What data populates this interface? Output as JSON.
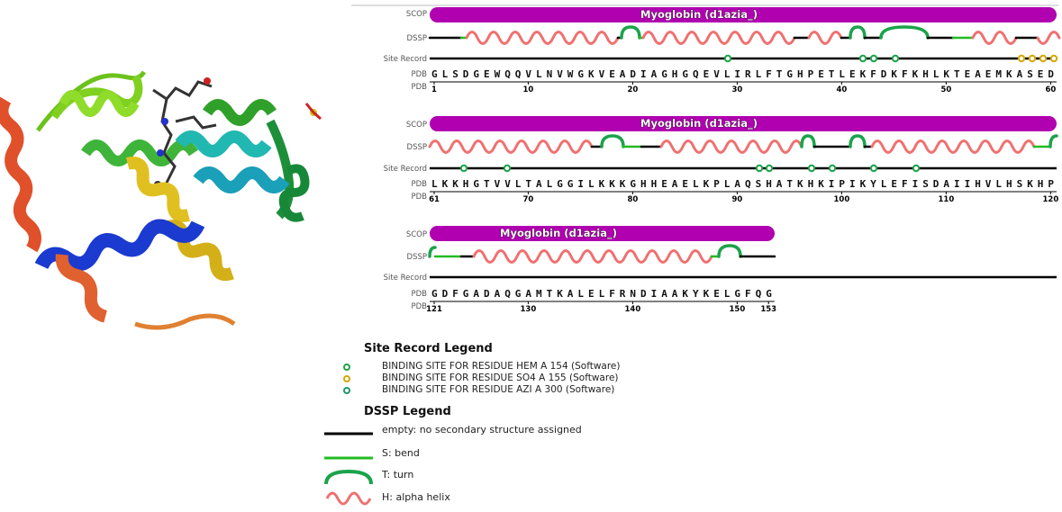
{
  "colors": {
    "scop": "#b000b0",
    "helix": "#f07070",
    "turn": "#1aa34a",
    "bend": "#22bb22",
    "empty": "#000000",
    "site_green": "#1aa34a",
    "site_yellow": "#d6a700",
    "site_teal": "#1a9a6a"
  },
  "track_labels": {
    "scop": "SCOP",
    "dssp": "DSSP",
    "site": "Site Record",
    "pdb": "PDB"
  },
  "blocks": [
    {
      "scop_label": "Myoglobin (d1azia_)",
      "sequence": "GLSDGEWQQVLNVWGKVEADIAGHGQEVLIRLFTGHPETLEKFDKFKHLKTEAEMKASED",
      "ticks": [
        "1",
        "10",
        "20",
        "30",
        "40",
        "50",
        "60"
      ]
    },
    {
      "scop_label": "Myoglobin (d1azia_)",
      "sequence": "LKKHGTVVLTALGGILKKKGHHEAELKPLAQSHATKHKIPIKYLEFISDAIIHVLHSKHP",
      "ticks": [
        "61",
        "70",
        "80",
        "90",
        "100",
        "110",
        "120"
      ]
    },
    {
      "scop_label": "Myoglobin (d1azia_)",
      "sequence": "GDFGADAQGAMTKALELFRNDIAAKYKELGFQG",
      "ticks": [
        "121",
        "130",
        "140",
        "150",
        "153"
      ]
    }
  ],
  "site_legend": {
    "title": "Site Record Legend",
    "items": [
      "BINDING SITE FOR RESIDUE HEM A 154 (Software)",
      "BINDING SITE FOR RESIDUE SO4 A 155 (Software)",
      "BINDING SITE FOR RESIDUE AZI A 300 (Software)"
    ]
  },
  "dssp_legend": {
    "title": "DSSP Legend",
    "items": [
      "empty: no secondary structure assigned",
      "S: bend",
      "T: turn",
      "H: alpha helix"
    ]
  }
}
